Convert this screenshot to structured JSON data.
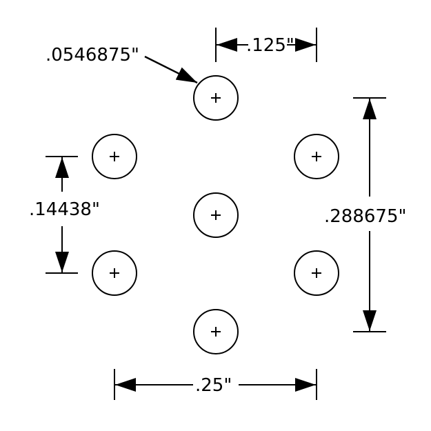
{
  "diagram": {
    "line_color": "#000000",
    "background": "#ffffff",
    "hole_count": 7,
    "hole_marker": "plus-center-mark",
    "labels": {
      "hole_diameter": ".0546875\"",
      "top_spacing": ".125\"",
      "left_spacing": ".14438\"",
      "right_height": ".288675\"",
      "bottom_width": ".25\""
    }
  }
}
